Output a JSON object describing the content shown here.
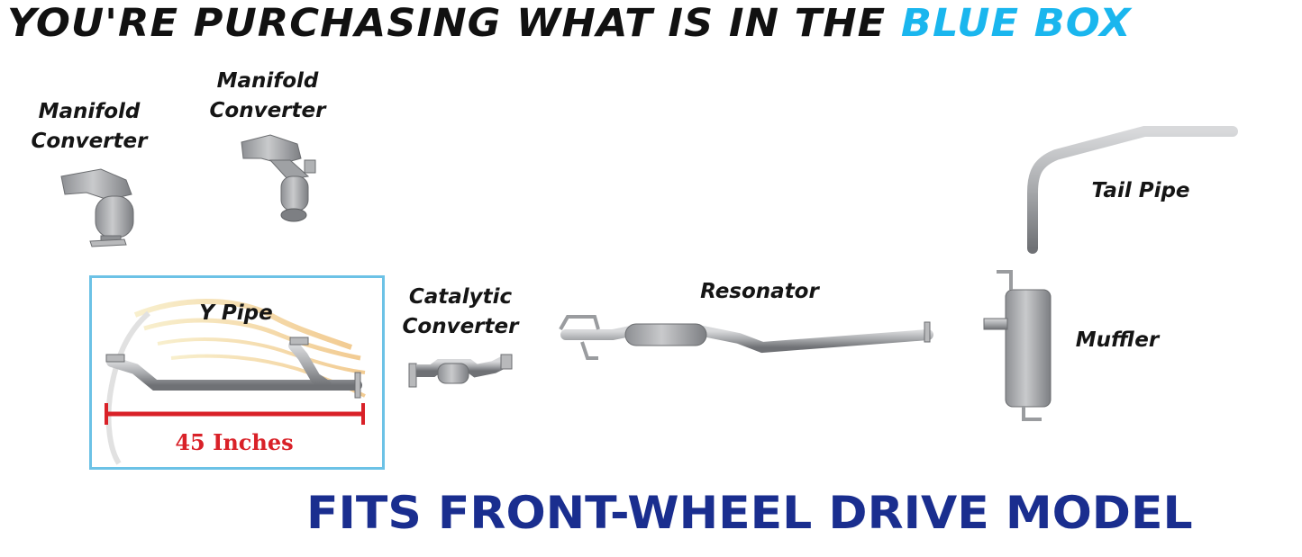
{
  "header": {
    "text_main": "YOU'RE PURCHASING WHAT IS IN THE ",
    "text_accent": "BLUE BOX"
  },
  "parts": {
    "manifold_converter_1": {
      "line1": "Manifold",
      "line2": "Converter"
    },
    "manifold_converter_2": {
      "line1": "Manifold",
      "line2": "Converter"
    },
    "y_pipe": "Y Pipe",
    "y_pipe_length": "45 Inches",
    "catalytic_converter": {
      "line1": "Catalytic",
      "line2": "Converter"
    },
    "resonator": "Resonator",
    "muffler": "Muffler",
    "tail_pipe": "Tail Pipe"
  },
  "footer": {
    "text": "FITS FRONT-WHEEL DRIVE MODEL"
  },
  "colors": {
    "accent": "#1ab6ee",
    "box_border": "#6cc2e6",
    "measure": "#d92128",
    "footer": "#1a2e8f",
    "pipe": "#a7a9ac"
  },
  "icons": [
    "horse-watermark-icon"
  ]
}
